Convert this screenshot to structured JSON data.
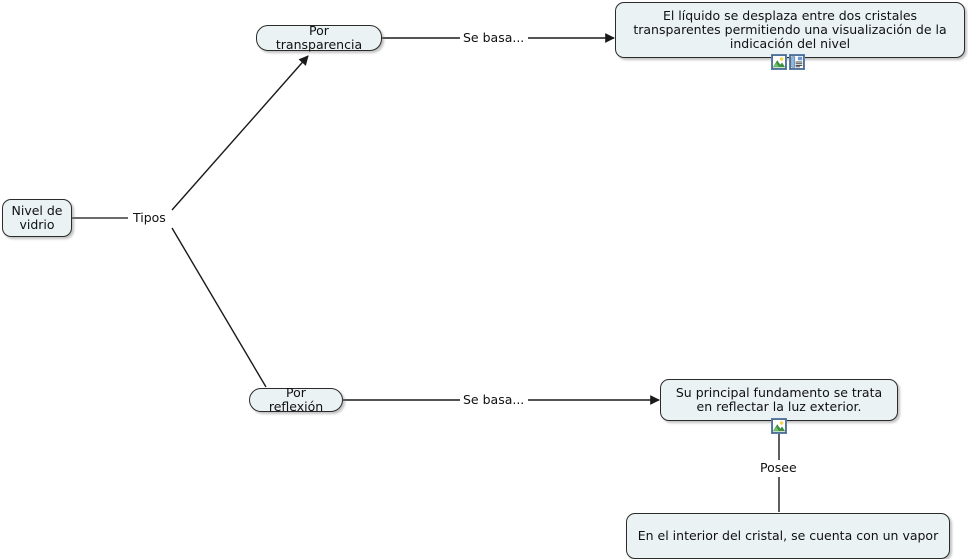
{
  "diagram": {
    "type": "concept-map",
    "title": "Nivel de vidrio",
    "background_color": "#ffffff",
    "node_fill_color": "#eaf2f3",
    "node_border_color": "#2b2b2b",
    "edge_color": "#1a1a1a",
    "nodes": [
      {
        "id": "root",
        "label": "Nivel de\nvidrio",
        "shape": "rounded-rect"
      },
      {
        "id": "transp",
        "label": "Por transparencia",
        "shape": "pill"
      },
      {
        "id": "transp_desc",
        "label": "El líquido se desplaza entre dos cristales transparentes permitiendo una visualización de la indicación del nivel",
        "shape": "rounded-rect"
      },
      {
        "id": "reflex",
        "label": "Por reflexión",
        "shape": "pill"
      },
      {
        "id": "reflex_desc",
        "label": "Su principal fundamento se trata en reflectar la luz exterior.",
        "shape": "rounded-rect"
      },
      {
        "id": "vapor",
        "label": "En el interior del cristal, se cuenta con un vapor",
        "shape": "rounded-rect"
      }
    ],
    "edge_labels": [
      {
        "id": "tipos",
        "label": "Tipos"
      },
      {
        "id": "sebasa1",
        "label": "Se basa..."
      },
      {
        "id": "sebasa2",
        "label": "Se basa..."
      },
      {
        "id": "posee",
        "label": "Posee"
      }
    ],
    "resource_icons": [
      {
        "id": "transp_image_icon",
        "name": "image-resource-icon",
        "attached_to": "transp_desc"
      },
      {
        "id": "transp_note_icon",
        "name": "note-resource-icon",
        "attached_to": "transp_desc"
      },
      {
        "id": "reflex_image_icon",
        "name": "image-resource-icon",
        "attached_to": "reflex_desc"
      }
    ]
  }
}
